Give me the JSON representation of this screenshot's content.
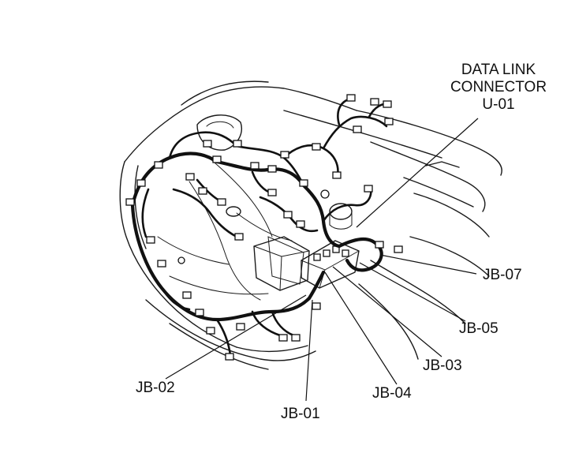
{
  "labels": {
    "dlc_line1": "DATA LINK",
    "dlc_line2": "CONNECTOR",
    "dlc_line3": "U-01",
    "jb07": "JB-07",
    "jb05": "JB-05",
    "jb03": "JB-03",
    "jb04": "JB-04",
    "jb02": "JB-02",
    "jb01": "JB-01"
  }
}
